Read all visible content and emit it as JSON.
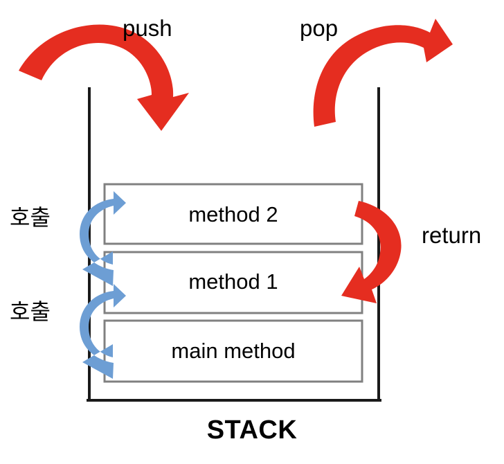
{
  "diagram": {
    "title_label": "STACK",
    "labels": {
      "push": "push",
      "pop": "pop",
      "return": "return",
      "call_top": "호출",
      "call_bottom": "호출"
    },
    "frames": [
      {
        "name": "method 2",
        "order": "top"
      },
      {
        "name": "method 1",
        "order": "middle"
      },
      {
        "name": "main method",
        "order": "bottom"
      }
    ],
    "colors": {
      "arrow_red": "#E52D20",
      "arrow_blue": "#6D9ED4",
      "frame_border": "#808080",
      "stack_border": "#1A1A1A",
      "text": "#000000",
      "background": "#FFFFFF"
    },
    "arrows": [
      {
        "name": "push-arrow",
        "color": "#E52D20",
        "direction": "into-stack-top"
      },
      {
        "name": "pop-arrow",
        "color": "#E52D20",
        "direction": "out-of-stack-top"
      },
      {
        "name": "return-arrow",
        "color": "#E52D20",
        "direction": "method2-to-method1"
      },
      {
        "name": "call-arrow-upper",
        "color": "#6D9ED4",
        "direction": "method1-to-method2"
      },
      {
        "name": "call-arrow-lower",
        "color": "#6D9ED4",
        "direction": "main-to-method1"
      }
    ]
  }
}
